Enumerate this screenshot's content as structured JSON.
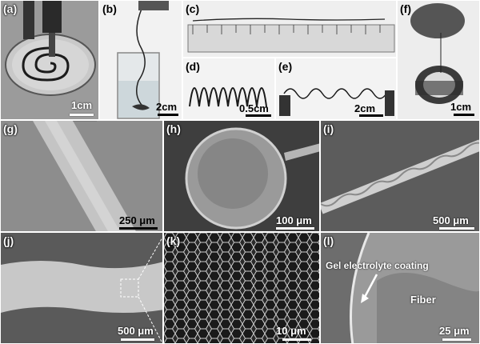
{
  "panels": {
    "a": {
      "label": "(a)",
      "scale": "1cm"
    },
    "b": {
      "label": "(b)",
      "scale": "2cm"
    },
    "c": {
      "label": "(c)"
    },
    "d": {
      "label": "(d)",
      "scale": "0.5cm"
    },
    "e": {
      "label": "(e)",
      "scale": "2cm"
    },
    "f": {
      "label": "(f)",
      "scale": "1cm"
    },
    "g": {
      "label": "(g)",
      "scale": "250 μm"
    },
    "h": {
      "label": "(h)",
      "scale": "100 μm"
    },
    "i": {
      "label": "(i)",
      "scale": "500 μm"
    },
    "j": {
      "label": "(j)",
      "scale": "500 μm"
    },
    "k": {
      "label": "(k)",
      "scale": "10 μm"
    },
    "l": {
      "label": "(l)",
      "scale": "25 μm",
      "annotation_coating": "Gel electrolyte coating",
      "annotation_fiber": "Fiber"
    }
  }
}
